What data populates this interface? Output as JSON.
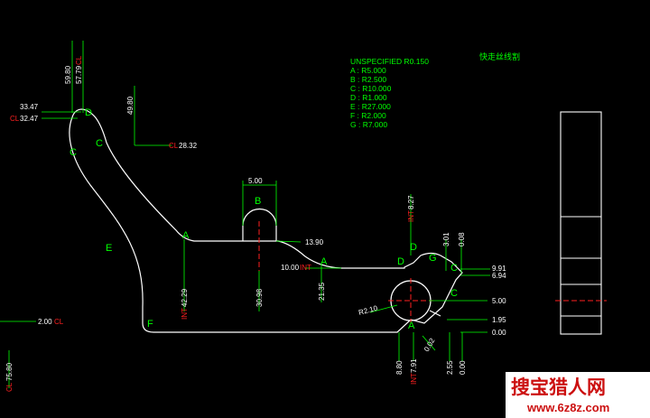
{
  "colors": {
    "background": "#000000",
    "profile": "#ffffff",
    "dimension": "#00ff00",
    "centerline": "#ff2020",
    "notes": "#00ff00",
    "watermark_text": "#cc1010",
    "watermark_bg": "#ffffff"
  },
  "notes": {
    "title": "UNSPECIFIED R0.150",
    "radii": [
      "A : R5.000",
      "B : R2.500",
      "C : R10.000",
      "D : R1.000",
      "E : R27.000",
      "F : R2.000",
      "G : R7.000"
    ],
    "title_cjk": "快走丝线割"
  },
  "labels": {
    "A1": "A",
    "A2": "A",
    "A3": "A",
    "B": "B",
    "C1": "C",
    "C2": "C",
    "C3": "C",
    "D1": "D",
    "D2": "D",
    "E": "E",
    "F": "F",
    "G": "G"
  },
  "dimensions": {
    "d_59_80": "59.80",
    "d_57_79": "57.79",
    "d_cl_top": "CL",
    "d_33_47": "33.47",
    "d_32_47": "32.47",
    "d_cl_left": "CL",
    "d_49_80": "49.80",
    "d_28_32": "28.32",
    "d_cl_28": "CL",
    "d_5_00_b": "5.00",
    "d_13_90": "13.90",
    "d_10_00": "10.00",
    "d_int": "INT",
    "d_42_29": "42.29",
    "d_int_42": "INT",
    "d_30_98": "30.98",
    "d_21_35": "21.35",
    "d_8_27": "8.27",
    "d_int_827": "INT",
    "d_3_01": "3.01",
    "d_0_08": "0.08",
    "d_9_91": "9.91",
    "d_6_94": "6.94",
    "d_5_00_r": "5.00",
    "d_1_95": "1.95",
    "d_0_00_r": "0.00",
    "d_r2_10": "R2.10",
    "d_ang": "0.02",
    "d_8_80": "8.80",
    "d_7_91": "7.91",
    "d_int_791": "INT",
    "d_2_55": "2.55",
    "d_0_00_b": "0.00",
    "d_2_00": "2.00",
    "d_cl_200": "CL",
    "d_75_80": "75.80",
    "d_cl_7580": "CL"
  },
  "watermark": {
    "main": "搜宝猎人网",
    "url": "www.6z8z.com"
  }
}
